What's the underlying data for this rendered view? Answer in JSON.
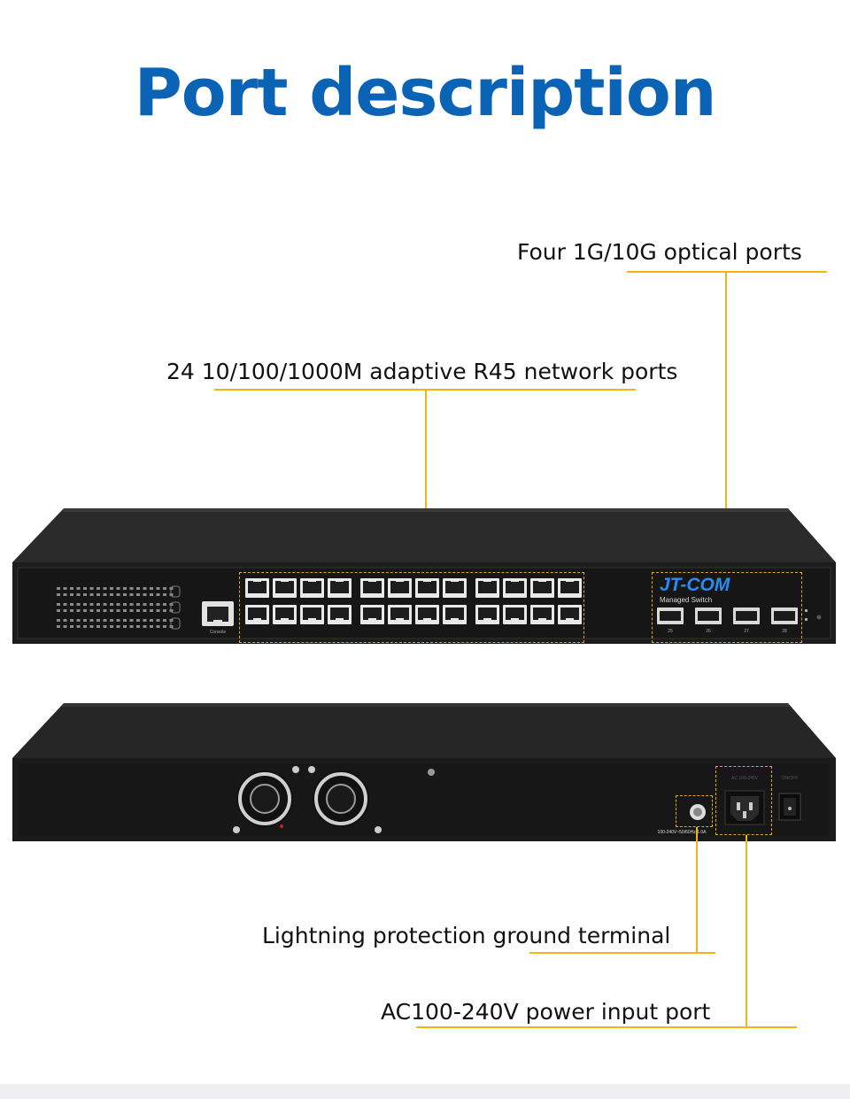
{
  "page": {
    "title": "Port description",
    "accent_color": "#0a63b5",
    "callout_color": "#f5b31a"
  },
  "front_panel": {
    "brand": "JT-COM",
    "model": "Managed Switch",
    "console_label": "Console",
    "rj45_port_count": 24,
    "sfp_labels": [
      "25",
      "26",
      "27",
      "28"
    ],
    "callouts": {
      "optical": "Four 1G/10G optical ports",
      "rj45": "24 10/100/1000M adaptive R45 network ports"
    }
  },
  "rear_panel": {
    "power_rating": "100-240V~50/60Hz 1.0A",
    "ac_label": "AC 100-240V",
    "switch_label": "ON/OFF",
    "callouts": {
      "ground": "Lightning protection ground terminal",
      "power": "AC100-240V power input port"
    }
  }
}
